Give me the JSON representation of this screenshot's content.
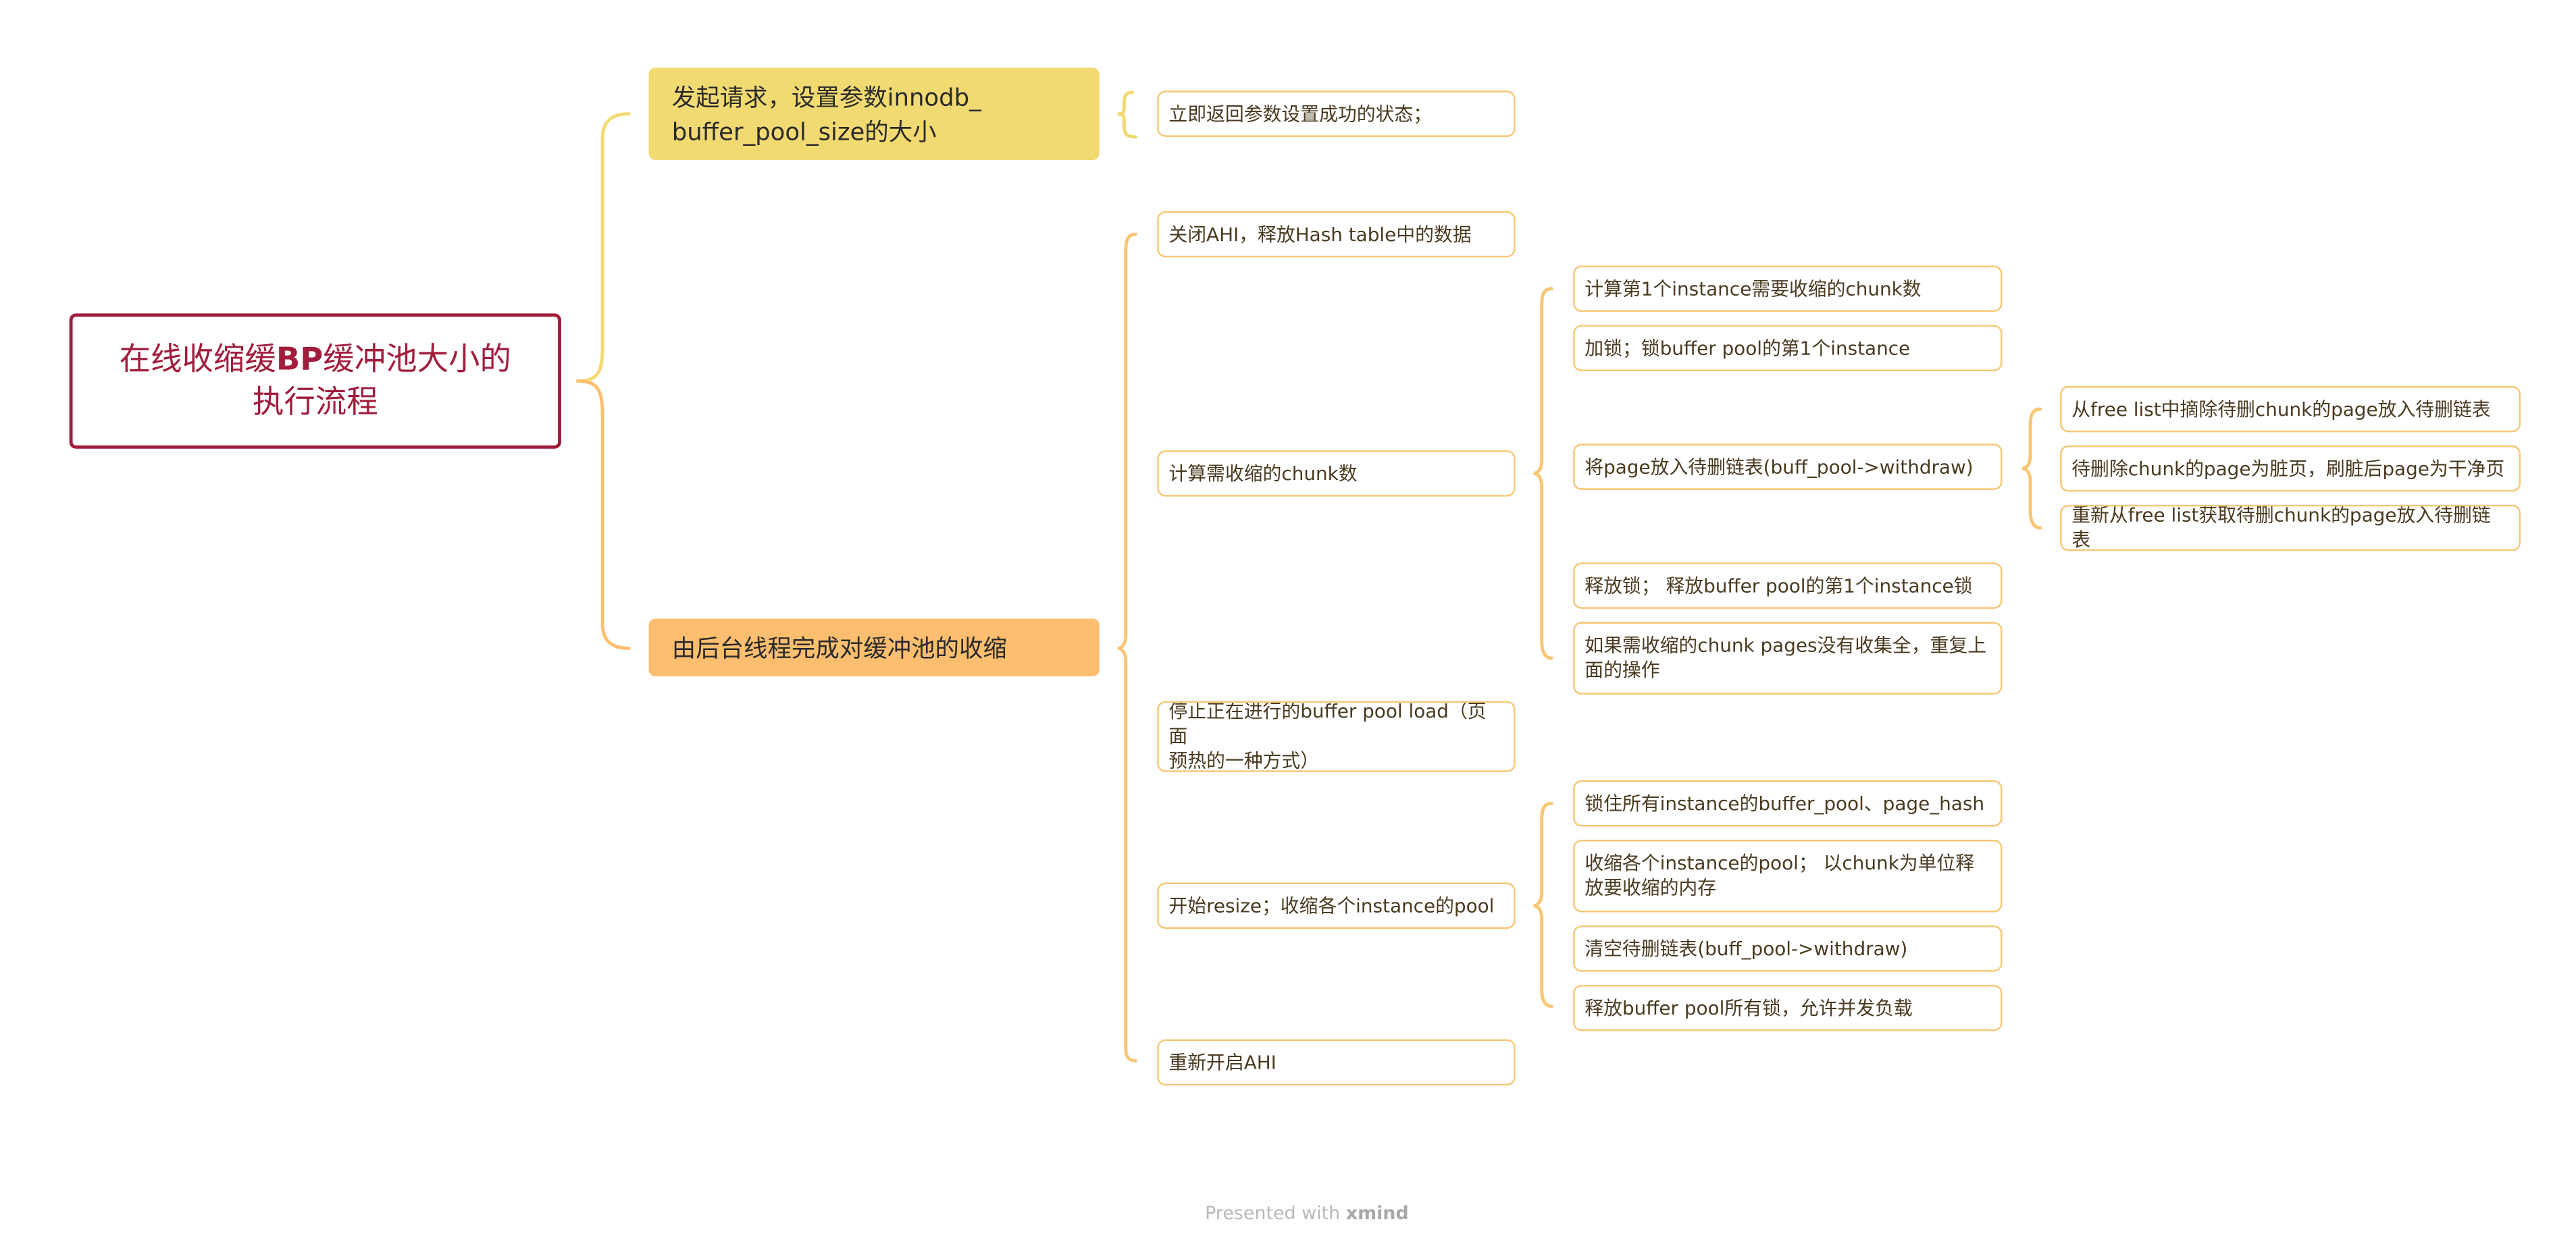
{
  "root": {
    "title_pre": "在线收缩缓",
    "title_bold": "BP",
    "title_post": "缓冲池大小的\n执行流程"
  },
  "branches": [
    {
      "label": "发起请求，设置参数innodb_\nbuffer_pool_size的大小",
      "color": "#f2da72",
      "children": [
        {
          "label": "立即返回参数设置成功的状态；"
        }
      ]
    },
    {
      "label": "由后台线程完成对缓冲池的收缩",
      "color": "#fdbe6f",
      "children": [
        {
          "label": "关闭AHI，释放Hash table中的数据"
        },
        {
          "label": "计算需收缩的chunk数",
          "children": [
            {
              "label": "计算第1个instance需要收缩的chunk数"
            },
            {
              "label": "加锁；锁buffer pool的第1个instance"
            },
            {
              "label": "将page放入待删链表(buff_pool->withdraw)",
              "children": [
                {
                  "label": "从free list中摘除待删chunk的page放入待删链表"
                },
                {
                  "label": "待删除chunk的page为脏页，刷脏后page为干净页"
                },
                {
                  "label": "重新从free list获取待删chunk的page放入待删链表"
                }
              ]
            },
            {
              "label": "释放锁； 释放buffer pool的第1个instance锁"
            },
            {
              "label": "如果需收缩的chunk pages没有收集全，重复上\n面的操作"
            }
          ]
        },
        {
          "label": "停止正在进行的buffer pool load（页面\n预热的一种方式）"
        },
        {
          "label": "开始resize；收缩各个instance的pool",
          "children": [
            {
              "label": "锁住所有instance的buffer_pool、page_hash"
            },
            {
              "label": "收缩各个instance的pool； 以chunk为单位释\n放要收缩的内存"
            },
            {
              "label": "清空待删链表(buff_pool->withdraw)"
            },
            {
              "label": "释放buffer pool所有锁，允许并发负载"
            }
          ]
        },
        {
          "label": "重新开启AHI"
        }
      ]
    }
  ],
  "footer": {
    "prefix": "Presented with ",
    "brand": "xmind"
  },
  "colors": {
    "root_border": "#a11d3c",
    "branch_1": "#f2da72",
    "branch_2": "#fdbe6f",
    "sub_border": "#f8c674"
  }
}
